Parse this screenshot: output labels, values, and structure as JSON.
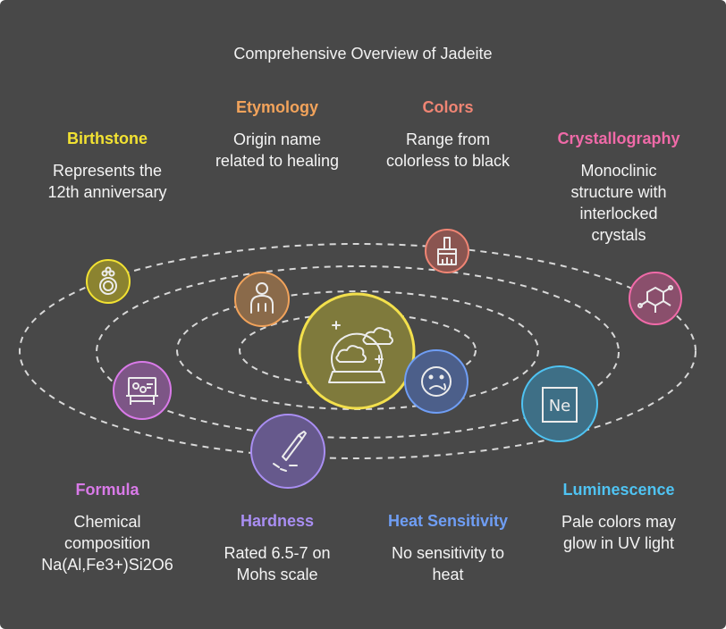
{
  "title": "Comprehensive Overview of Jadeite",
  "center": {
    "icon": "crystal-ball-icon",
    "fill": "#7f7a3c",
    "stroke": "#f3e04c"
  },
  "nodes": [
    {
      "id": "birthstone",
      "title": "Birthstone",
      "desc": "Represents the\n12th anniversary",
      "color": "#f2e232",
      "fill": "#8b8330",
      "icon": "ring-icon"
    },
    {
      "id": "etymology",
      "title": "Etymology",
      "desc": "Origin name\nrelated to healing",
      "color": "#f2a35b",
      "fill": "#8a6a4a",
      "icon": "person-icon"
    },
    {
      "id": "colors",
      "title": "Colors",
      "desc": "Range from\ncolorless to black",
      "color": "#f08574",
      "fill": "#8a5550",
      "icon": "paintbrush-icon"
    },
    {
      "id": "crystallography",
      "title": "Crystallography",
      "desc": "Monoclinic\nstructure with\ninterlocked\ncrystals",
      "color": "#f06aa8",
      "fill": "#8a4f6c",
      "icon": "molecule-icon"
    },
    {
      "id": "formula",
      "title": "Formula",
      "desc": "Chemical\ncomposition\nNa(Al,Fe3+)Si2O6",
      "color": "#d97ae8",
      "fill": "#7d5686",
      "icon": "whiteboard-icon"
    },
    {
      "id": "hardness",
      "title": "Hardness",
      "desc": "Rated 6.5-7 on\nMohs scale",
      "color": "#a98ef2",
      "fill": "#66598c",
      "icon": "knife-icon"
    },
    {
      "id": "heat",
      "title": "Heat Sensitivity",
      "desc": "No sensitivity to\nheat",
      "color": "#6f9ef5",
      "fill": "#4c5f8a",
      "icon": "sad-face-icon"
    },
    {
      "id": "luminescence",
      "title": "Luminescence",
      "desc": "Pale colors may\nglow in UV light",
      "color": "#4fc3f2",
      "fill": "#3e6f86",
      "icon": "neon-element-icon",
      "icon_text": "Ne"
    }
  ]
}
